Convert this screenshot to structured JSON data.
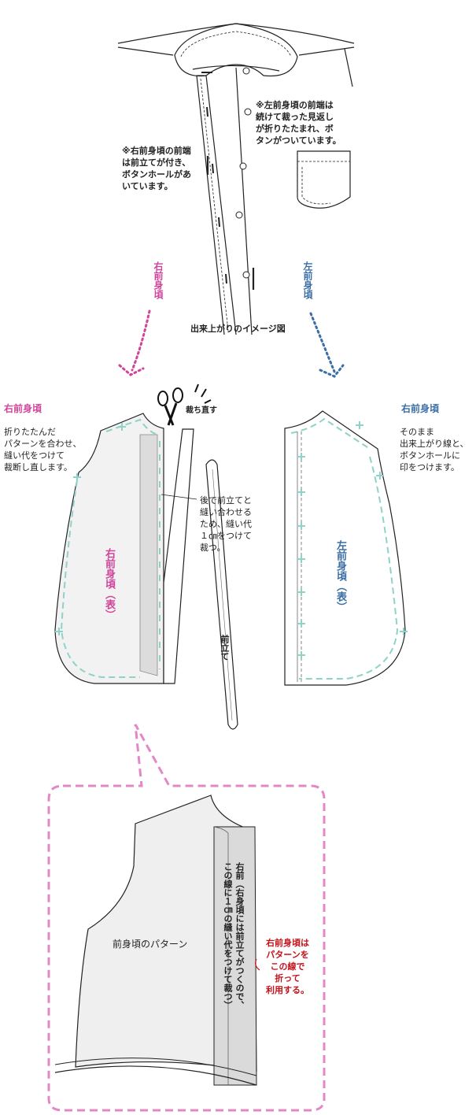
{
  "colors": {
    "pink": "#d0459b",
    "blue": "#3a6ea5",
    "red": "#c4121a",
    "teal_dash": "#8fd2c8",
    "fill_gray": "#ececec",
    "facing_gray": "#dcdcdc"
  },
  "top": {
    "note_left_front": "※左前身頃の前端は\n続けて裁った見返し\nが折りたたまれ、ボ\nタンがついています。",
    "note_right_front": "※右前身頃の前端\nは前立てが付き、\nボタンホールがあ\nいています。",
    "image_caption": "出来上がりのイメージ図",
    "arrow_label_right": "右前身頃",
    "arrow_label_left": "左前身頃"
  },
  "middle": {
    "right_heading": "右前身頃",
    "right_desc": "折りたたんだ\nパターンを合わせ、\n縫い代をつけて\n裁断し直します。",
    "recut_label": "裁ち直す",
    "seam_note": "後で前立てと\n縫い合わせる\nため、縫い代\n１㎝をつけて\n裁つ。",
    "placket_label": "前立て",
    "right_piece_label": "右前身頃（表）",
    "left_heading": "右前身頃",
    "left_desc": "そのまま\n出来上がり線と、\nボタンホールに\n印をつけます。",
    "left_piece_label": "左前身頃（表）"
  },
  "bottom": {
    "pattern_label": "前身頃のパターン",
    "strip_label": "右前（右身頃には前立てがつくので、\nこの線に１㎝の縫い代をつけて裁つ）",
    "fold_note": "右前身頃は\nパターンを\nこの線で\n折って\n利用する。"
  }
}
